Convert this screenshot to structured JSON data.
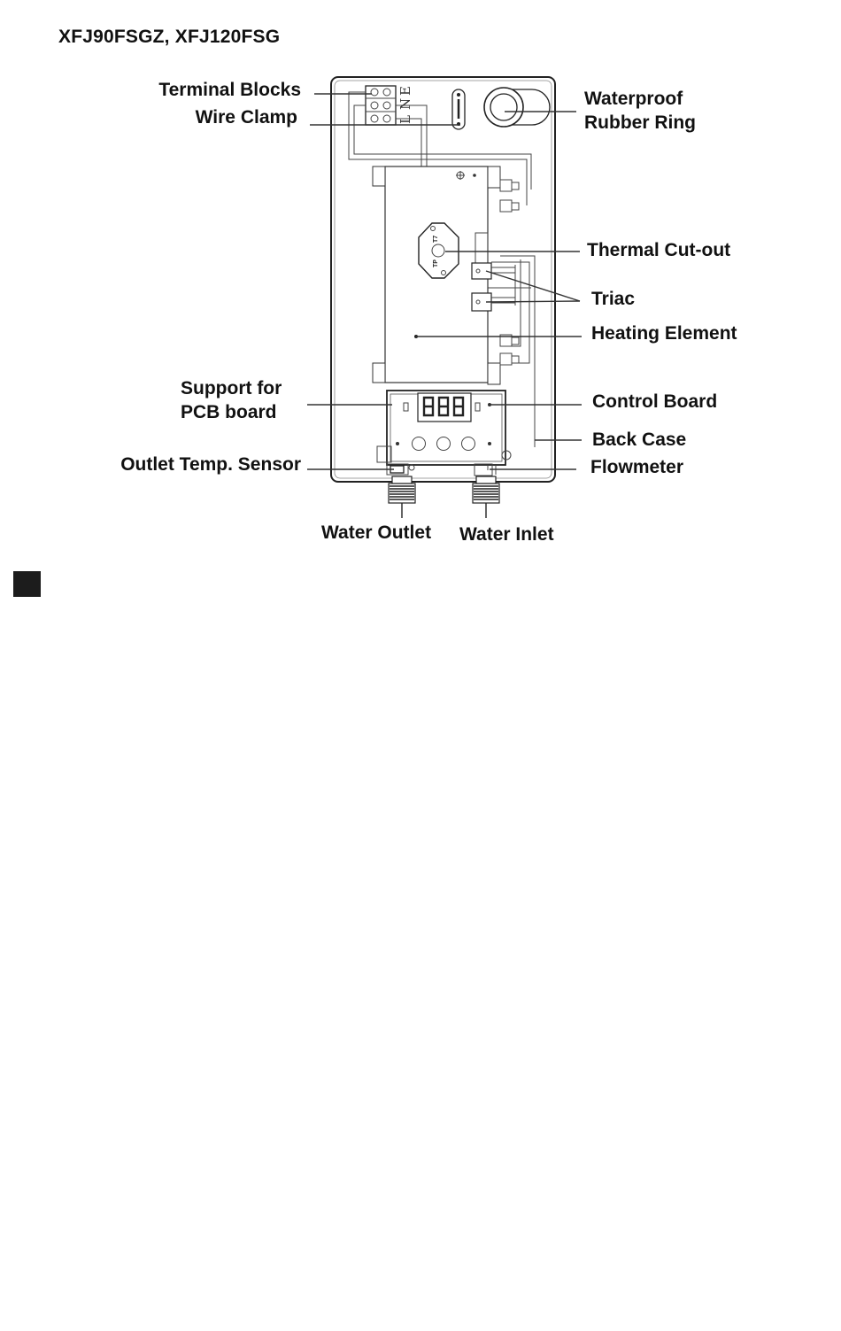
{
  "title": "XFJ90FSGZ, XFJ120FSG",
  "labels": {
    "terminal_blocks": "Terminal Blocks",
    "wire_clamp": "Wire Clamp",
    "waterproof_1": "Waterproof",
    "waterproof_2": "Rubber Ring",
    "thermal_cutout": "Thermal Cut-out",
    "triac": "Triac",
    "heating_element": "Heating Element",
    "support_1": "Support for",
    "support_2": "PCB board",
    "control_board": "Control Board",
    "back_case": "Back Case",
    "outlet_temp_sensor": "Outlet Temp. Sensor",
    "flowmeter": "Flowmeter",
    "water_outlet": "Water Outlet",
    "water_inlet": "Water Inlet"
  },
  "terminal_letters": [
    "L",
    "N",
    "E"
  ],
  "display_digits": "888",
  "thermostat_marks": [
    "TP",
    "T7"
  ]
}
